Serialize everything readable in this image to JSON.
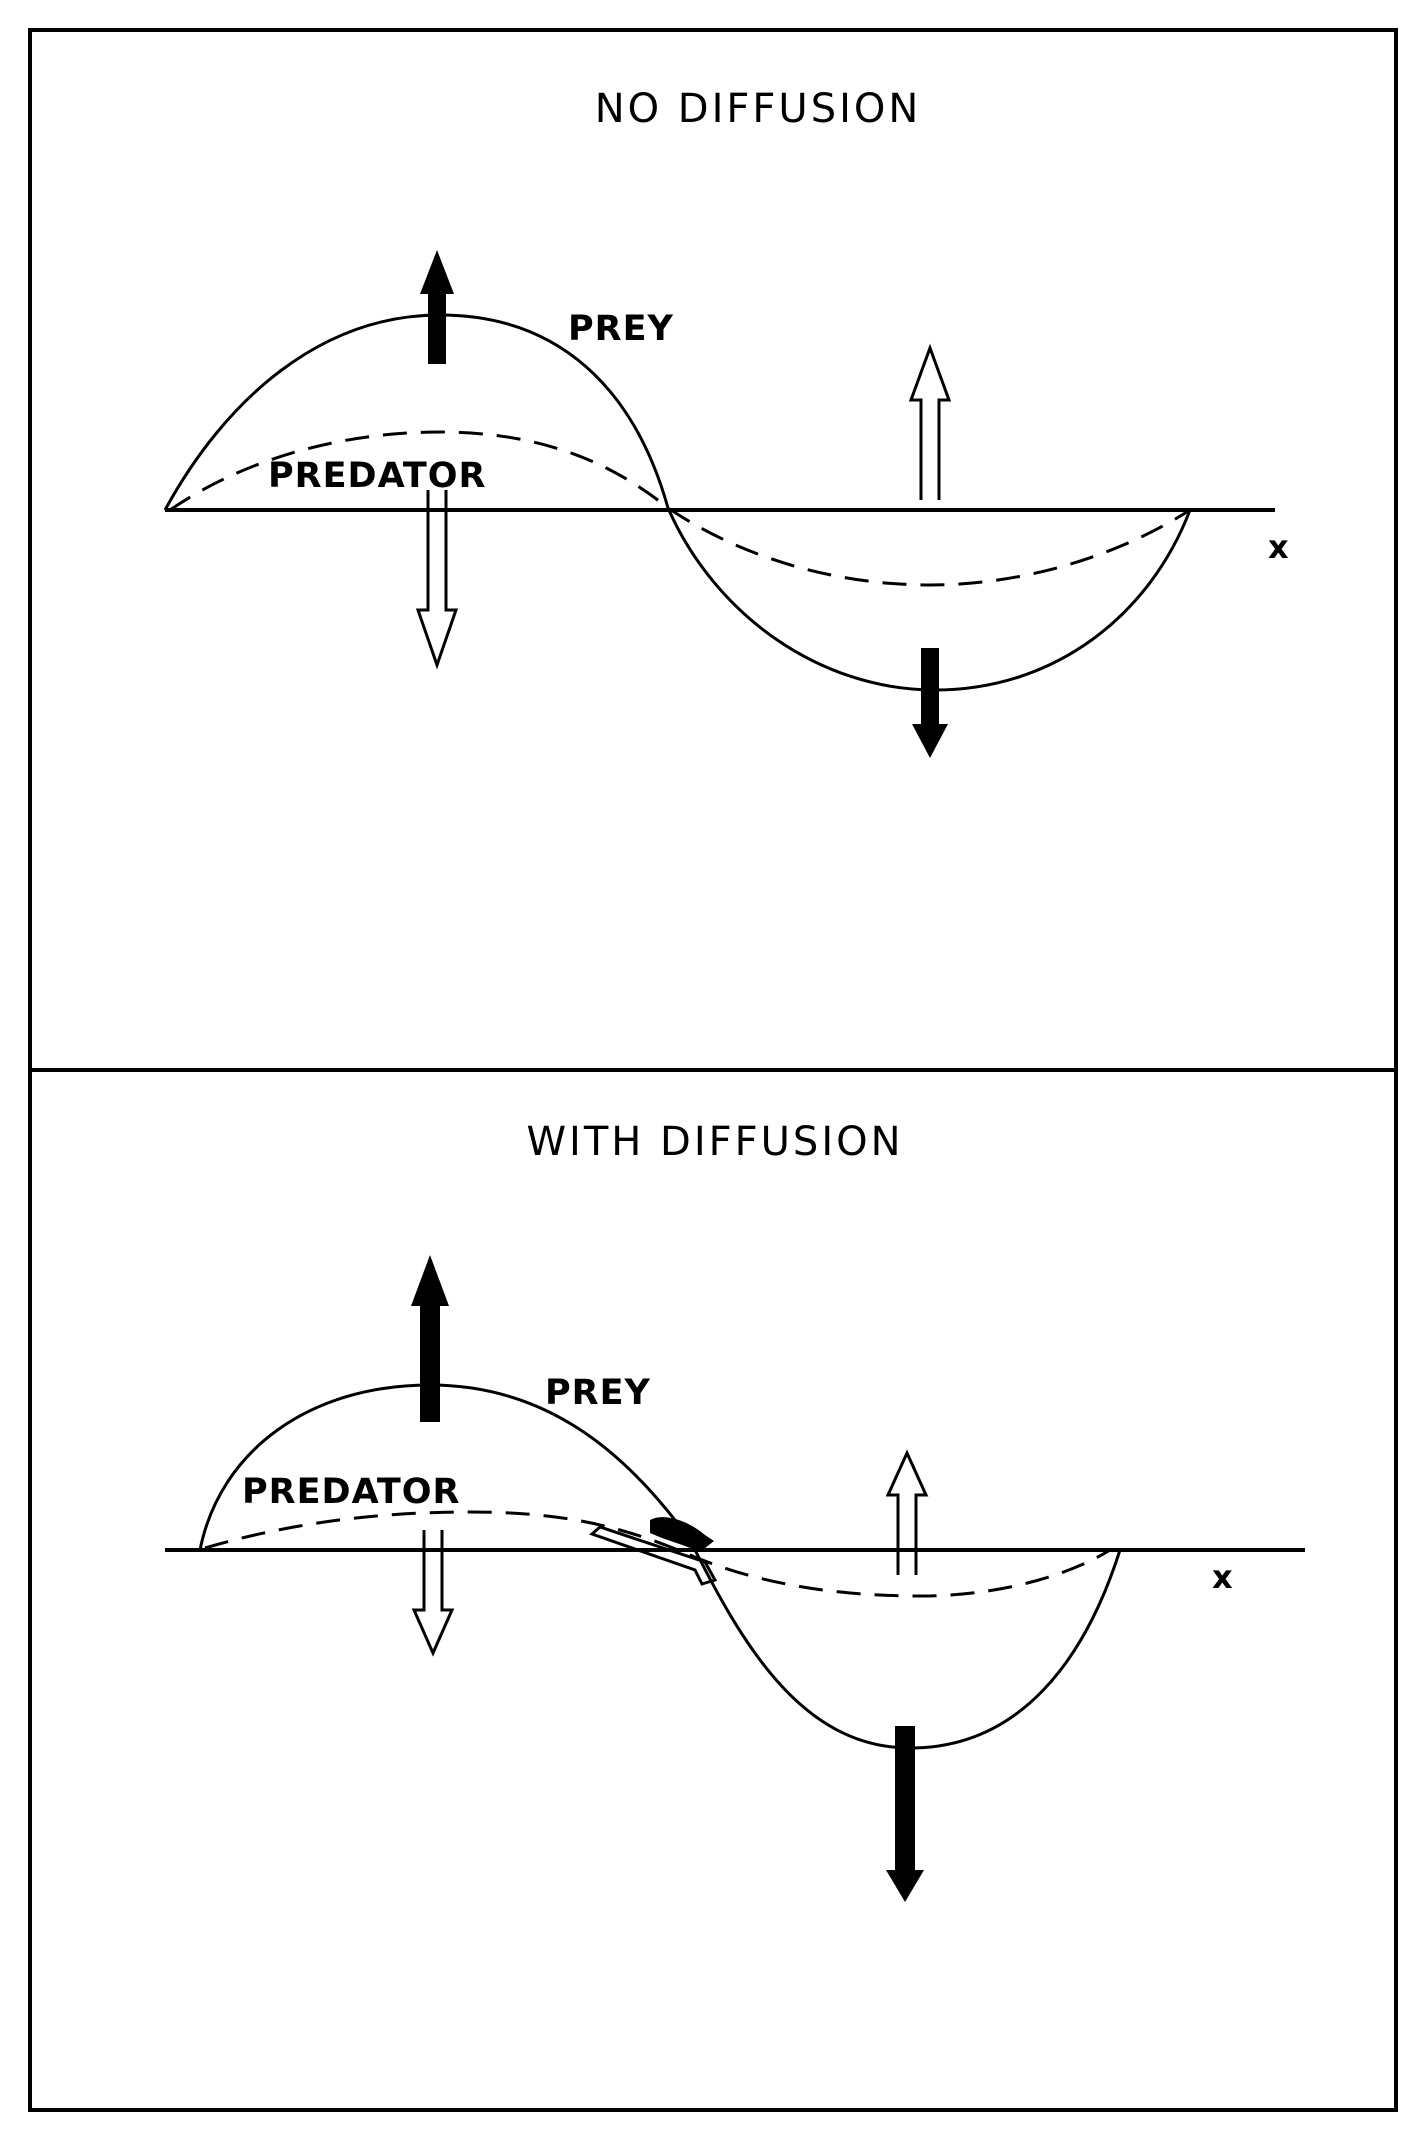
{
  "panels": [
    {
      "title": "NO DIFFUSION",
      "prey_label": "PREY",
      "predator_label": "PREDATOR",
      "axis_label": "x"
    },
    {
      "title": "WITH DIFFUSION",
      "prey_label": "PREY",
      "predator_label": "PREDATOR",
      "axis_label": "x"
    }
  ],
  "legend_meaning": {
    "solid_line": "prey",
    "dashed_line": "predator",
    "filled_arrow": "prey change",
    "hollow_arrow": "predator change"
  }
}
